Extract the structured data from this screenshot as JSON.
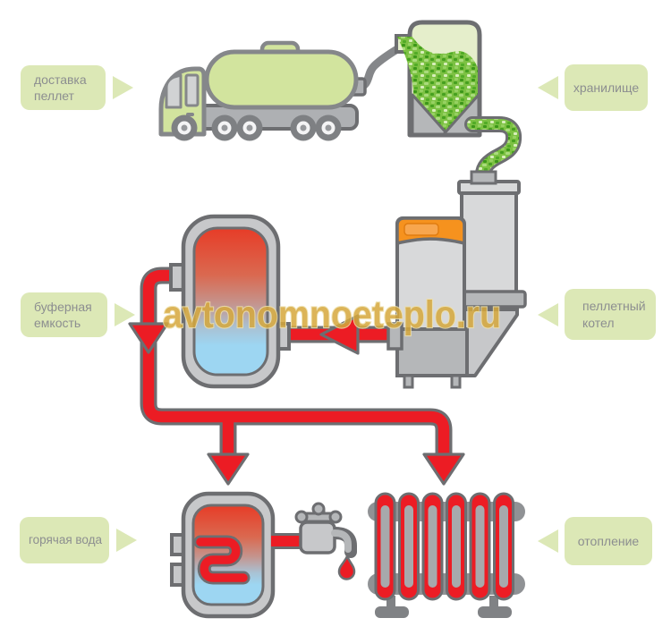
{
  "page": {
    "type": "pellet-heating-system-diagram",
    "background": "#ffffff"
  },
  "watermark": {
    "text": "avtonomnoeteplo.ru",
    "color": "#d6a83c"
  },
  "labels": {
    "delivery": {
      "text": "доставка\nпеллет"
    },
    "storage": {
      "text": "хранилище"
    },
    "buffer_tank": {
      "text": "буферная\nемкость"
    },
    "boiler": {
      "text": "пеллетный\nкотел"
    },
    "hot_water": {
      "text": "горячая вода"
    },
    "heating": {
      "text": "отопление"
    }
  },
  "icons": {
    "truck": "pellet-delivery-truck-icon",
    "storage": "pellet-storage-hopper-icon",
    "boiler": "pellet-boiler-icon",
    "buffer": "buffer-tank-icon",
    "hot_water": "hot-water-tank-faucet-icon",
    "heating": "radiator-icon",
    "flow": "red-arrow-pipes"
  },
  "colors": {
    "label_bg": "#dce8b6",
    "label_text": "#8c8e90",
    "pipe_red": "#ec1c24",
    "pellet_green": "#6ab52f",
    "truck_green": "#d2e49e",
    "machine_gray": "#c7c8ca",
    "outline_gray": "#6d6e71",
    "boiler_orange": "#f6921e",
    "hot_top": "#e73c27",
    "cold_bottom": "#9dd6f2",
    "watermark_gold": "#d6a83c"
  }
}
